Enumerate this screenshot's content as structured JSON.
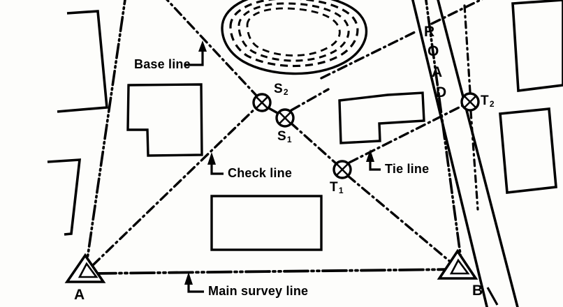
{
  "figure": {
    "title": "Chain surveying layout diagram",
    "ink_color": "#000000",
    "paper_color": "#fdfdfb"
  },
  "callouts": [
    {
      "id": "base-line",
      "label": "Base line"
    },
    {
      "id": "check-line",
      "label": "Check line"
    },
    {
      "id": "tie-line",
      "label": "Tie line"
    },
    {
      "id": "main-survey-line",
      "label": "Main survey line"
    }
  ],
  "stations": [
    {
      "id": "A",
      "label": "A",
      "sub": "",
      "marker": "triangle"
    },
    {
      "id": "B",
      "label": "B",
      "sub": "",
      "marker": "triangle"
    },
    {
      "id": "S1",
      "label": "S",
      "sub": "1",
      "marker": "circle-cross"
    },
    {
      "id": "S2",
      "label": "S",
      "sub": "2",
      "marker": "circle-cross"
    },
    {
      "id": "T1",
      "label": "T",
      "sub": "1",
      "marker": "circle-cross"
    },
    {
      "id": "T2",
      "label": "T",
      "sub": "2",
      "marker": "circle-cross"
    }
  ],
  "road": {
    "name": "ROAD",
    "letters": [
      "R",
      "O",
      "A",
      "D"
    ]
  },
  "features": {
    "pond_label": "pond-contours",
    "buildings_count": 7
  }
}
